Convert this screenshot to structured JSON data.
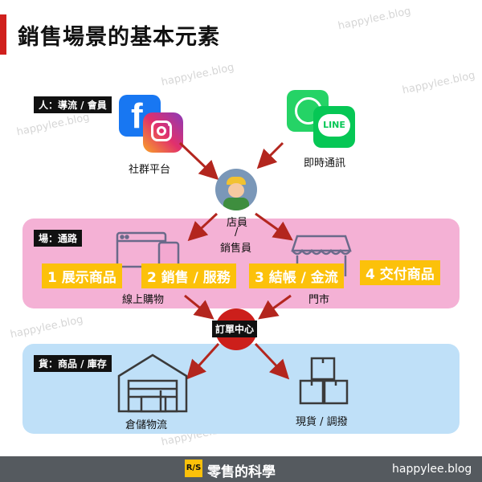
{
  "header": {
    "title": "銷售場景的基本元素"
  },
  "watermark": "happylee.blog",
  "sections": {
    "people_tag": "人：導流 / 會員",
    "venue_tag": "場：通路",
    "goods_tag": "貨：商品 / 庫存"
  },
  "people": {
    "social_label": "社群平台",
    "im_label": "即時通訊",
    "line_text": "LINE",
    "staff_label_1": "店員",
    "staff_label_2": "/",
    "staff_label_3": "銷售員"
  },
  "venue": {
    "online_label": "線上購物",
    "store_label": "門市",
    "steps": [
      "1 展示商品",
      "2 銷售 / 服務",
      "3 結帳 / 金流",
      "4 交付商品"
    ]
  },
  "order_center": "訂單中心",
  "goods": {
    "warehouse_label": "倉儲物流",
    "stock_label": "現貨 / 調撥"
  },
  "footer": {
    "logo": "R/S",
    "title": "零售的科學",
    "site": "happylee.blog"
  },
  "colors": {
    "accent_red": "#d0201d",
    "step_yellow": "#fcc10a",
    "venue_band": "#f3a8d0",
    "goods_band": "#bfe0f8"
  }
}
